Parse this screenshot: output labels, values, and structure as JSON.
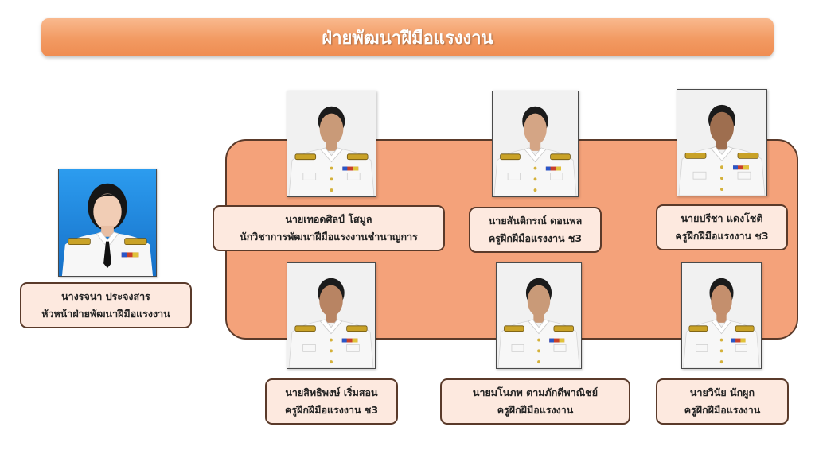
{
  "title": "ฝ่ายพัฒนาฝีมือแรงงาน",
  "colors": {
    "title_bar": "#f29a62",
    "panel": "#f4a27a",
    "card_fill": "#fde9df",
    "card_border": "#5a3a2a",
    "photo_background_head": "#1f8fe0",
    "photo_background_staff": "#f1f1f1",
    "uniform": "#f7f7f7"
  },
  "head": {
    "name": "นางรจนา ประจงสาร",
    "position": "หัวหน้าฝ่ายพัฒนาฝีมือแรงงาน",
    "photo_icon": "portrait-photo"
  },
  "staff": [
    {
      "name": "นายเทอดศิลป์ โสมูล",
      "position": "นักวิชาการพัฒนาฝีมือแรงงานชำนาญการ",
      "photo_icon": "portrait-photo"
    },
    {
      "name": "นายสันติกรณ์ ดอนพล",
      "position": "ครูฝึกฝีมือแรงงาน ช3",
      "photo_icon": "portrait-photo"
    },
    {
      "name": "นายปรีชา แดงโชติ",
      "position": "ครูฝึกฝีมือแรงงาน ช3",
      "photo_icon": "portrait-photo"
    },
    {
      "name": "นายสิทธิพงษ์ เริ่มสอน",
      "position": "ครูฝึกฝีมือแรงงาน ช3",
      "photo_icon": "portrait-photo"
    },
    {
      "name": "นายมโนภพ ตามภักดีพาณิชย์",
      "position": "ครูฝึกฝีมือแรงงาน",
      "photo_icon": "portrait-photo"
    },
    {
      "name": "นายวินัย นักผูก",
      "position": "ครูฝึกฝีมือแรงงาน",
      "photo_icon": "portrait-photo"
    }
  ]
}
